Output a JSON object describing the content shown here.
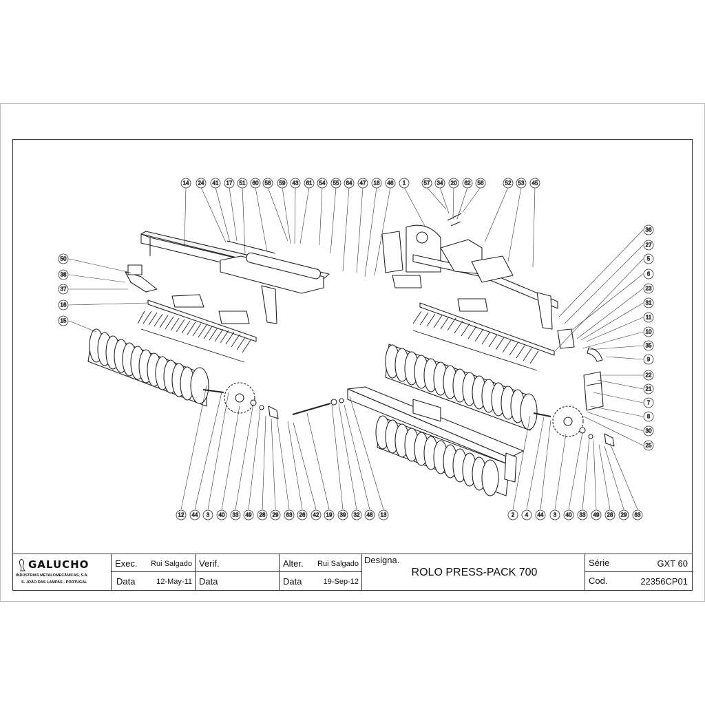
{
  "callouts_top": [
    "14",
    "24",
    "41",
    "17",
    "51",
    "60",
    "58",
    "59",
    "43",
    "61",
    "54",
    "55",
    "64",
    "47",
    "18",
    "46",
    "1",
    "57",
    "34",
    "20",
    "62",
    "56",
    "52",
    "53",
    "45"
  ],
  "callouts_left": [
    "50",
    "38",
    "37",
    "16",
    "15"
  ],
  "callouts_right": [
    "36",
    "27",
    "5",
    "6",
    "23",
    "31",
    "11",
    "10",
    "35",
    "9",
    "22",
    "21",
    "7",
    "8",
    "30",
    "25"
  ],
  "callouts_bottom": [
    "12",
    "44",
    "3",
    "40",
    "33",
    "49",
    "28",
    "29",
    "63",
    "26",
    "42",
    "19",
    "39",
    "32",
    "48",
    "13",
    "2",
    "4",
    "44",
    "3",
    "40",
    "33",
    "49",
    "28",
    "29",
    "63"
  ],
  "title_block": {
    "company_name": "GALUCHO",
    "company_sub1": "INDÚSTRIAS METALOMECÂNICAS, S.A.",
    "company_sub2": "S. JOÃO DAS LAMPAS - PORTUGAL",
    "exec_label": "Exec.",
    "exec_value": "Rui Salgado",
    "data_label": "Data",
    "exec_date": "12-May-11",
    "verif_label": "Verif.",
    "verif_data_label": "Data",
    "alter_label": "Alter.",
    "alter_value": "Rui Salgado",
    "alter_data_label": "Data",
    "alter_date": "19-Sep-12",
    "designation_label": "Designa.",
    "designation_value": "ROLO PRESS-PACK 700",
    "serie_label": "Série",
    "serie_value": "GXT 60",
    "cod_label": "Cod.",
    "cod_value": "22356CP01"
  }
}
